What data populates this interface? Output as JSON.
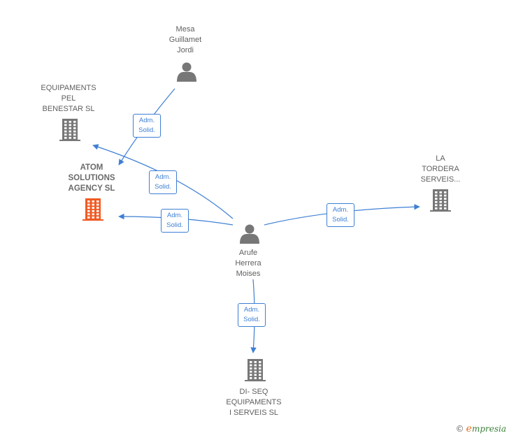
{
  "nodes": [
    {
      "id": "mesa",
      "kind": "person",
      "label": "Mesa\nGuillamet\nJordi",
      "color": "#777777"
    },
    {
      "id": "equip",
      "kind": "company",
      "label": "EQUIPAMENTS\nPEL\nBENESTAR  SL",
      "color": "#777777"
    },
    {
      "id": "atom",
      "kind": "company",
      "label": "ATOM\nSOLUTIONS\nAGENCY  SL",
      "color": "#f05a23",
      "main": true
    },
    {
      "id": "arufe",
      "kind": "person",
      "label": "Arufe\nHerrera\nMoises",
      "color": "#777777"
    },
    {
      "id": "tordera",
      "kind": "company",
      "label": "LA\nTORDERA\nSERVEIS...",
      "color": "#777777"
    },
    {
      "id": "diseq",
      "kind": "company",
      "label": "DI- SEQ\nEQUIPAMENTS\nI SERVEIS SL",
      "color": "#777777"
    }
  ],
  "edges": [
    {
      "from": "mesa",
      "to": "atom",
      "label": "Adm.\nSolid."
    },
    {
      "from": "arufe",
      "to": "equip",
      "label": "Adm.\nSolid."
    },
    {
      "from": "arufe",
      "to": "atom",
      "label": "Adm.\nSolid."
    },
    {
      "from": "arufe",
      "to": "tordera",
      "label": "Adm.\nSolid."
    },
    {
      "from": "arufe",
      "to": "diseq",
      "label": "Adm.\nSolid."
    }
  ],
  "colors": {
    "edge": "#3d7fd4",
    "highlight": "#f05a23",
    "neutral": "#777777"
  },
  "footer": {
    "copyright": "©",
    "brand_initial": "e",
    "brand_rest": "mpresia"
  }
}
